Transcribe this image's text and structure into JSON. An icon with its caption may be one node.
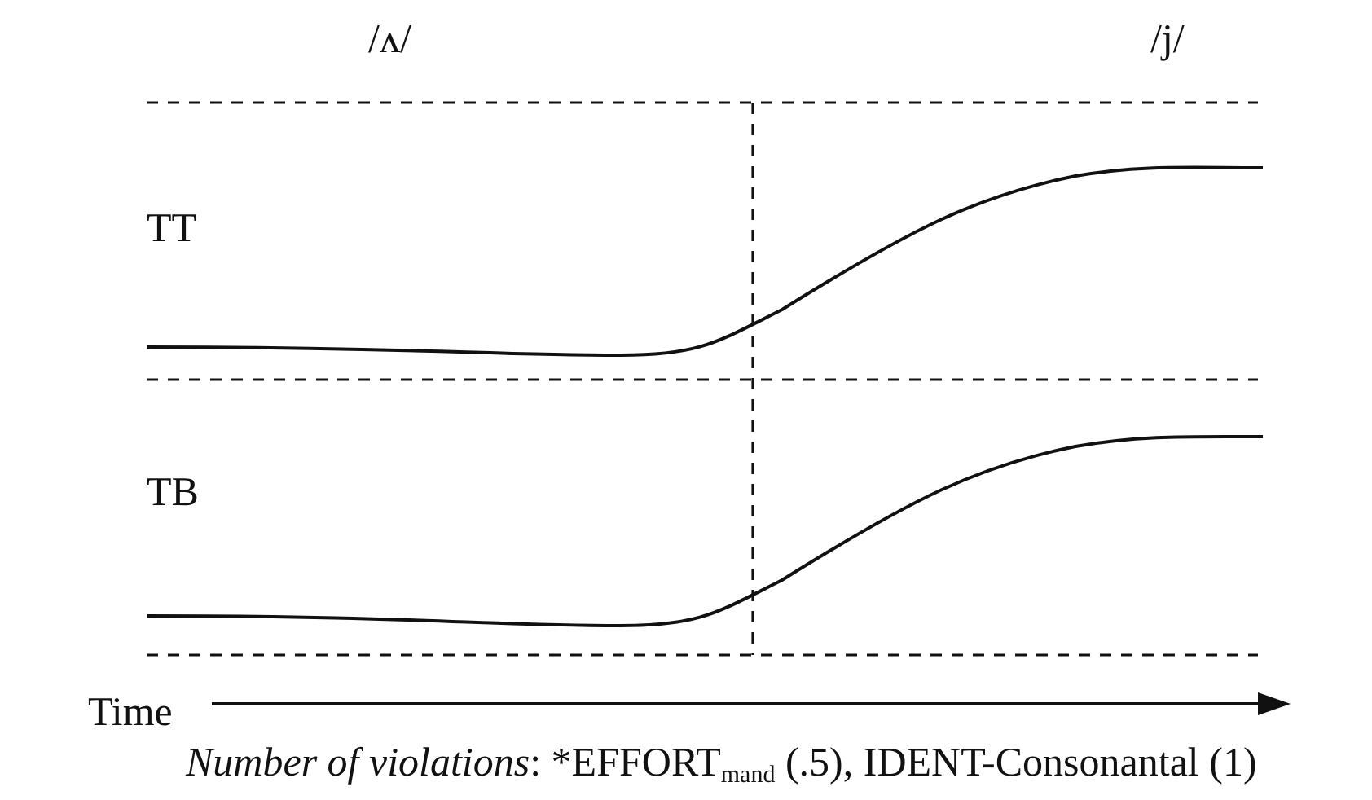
{
  "diagram": {
    "caption": "*Number of violations*: *EFFORT$_{mand}$ (.5), IDENT-Consonantal (1)",
    "labels": [
      "/ʌ/",
      "/j/",
      "TT",
      "TB",
      "Time"
    ]
  }
}
